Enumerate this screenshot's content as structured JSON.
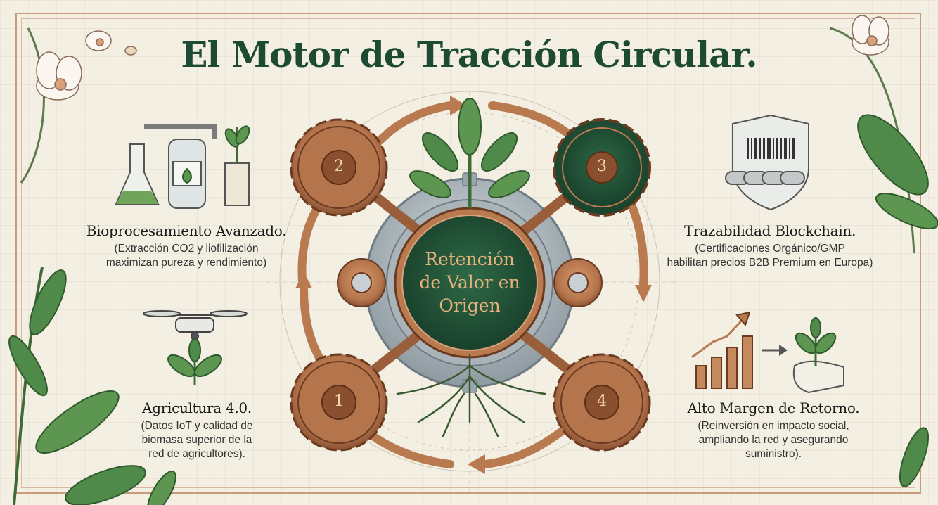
{
  "title": "El Motor de Tracción Circular.",
  "center": {
    "line1": "Retención",
    "line2": "de Valor en",
    "line3": "Origen"
  },
  "gears": [
    {
      "number": "1"
    },
    {
      "number": "2"
    },
    {
      "number": "3"
    },
    {
      "number": "4"
    }
  ],
  "stages": {
    "bioprocesamiento": {
      "title": "Bioprocesamiento Avanzado.",
      "desc_line1": "(Extracción CO2 y liofilización",
      "desc_line2": "maximizan pureza y rendimiento)",
      "icon": "lab-flask-icon"
    },
    "agricultura": {
      "title": "Agricultura 4.0.",
      "desc_line1": "(Datos IoT y calidad de",
      "desc_line2": "biomasa superior de la",
      "desc_line3": "red de agricultores).",
      "icon": "drone-icon"
    },
    "trazabilidad": {
      "title": "Trazabilidad Blockchain.",
      "desc_line1": "(Certificaciones Orgánico/GMP",
      "desc_line2": "habilitan precios B2B Premium en Europa)",
      "icon": "shield-barcode-icon"
    },
    "margen": {
      "title": "Alto Margen de Retorno.",
      "desc_line1": "(Reinversión en impacto social,",
      "desc_line2": "ampliando la red y asegurando",
      "desc_line3": "suministro).",
      "icon": "growth-chart-icon"
    }
  },
  "colors": {
    "background": "#f4efe3",
    "title": "#1d4a32",
    "copper": "#b87a52",
    "copper_dark": "#7e4a2c",
    "green_dark": "#1f4a33",
    "leaf": "#4f8a4a"
  }
}
